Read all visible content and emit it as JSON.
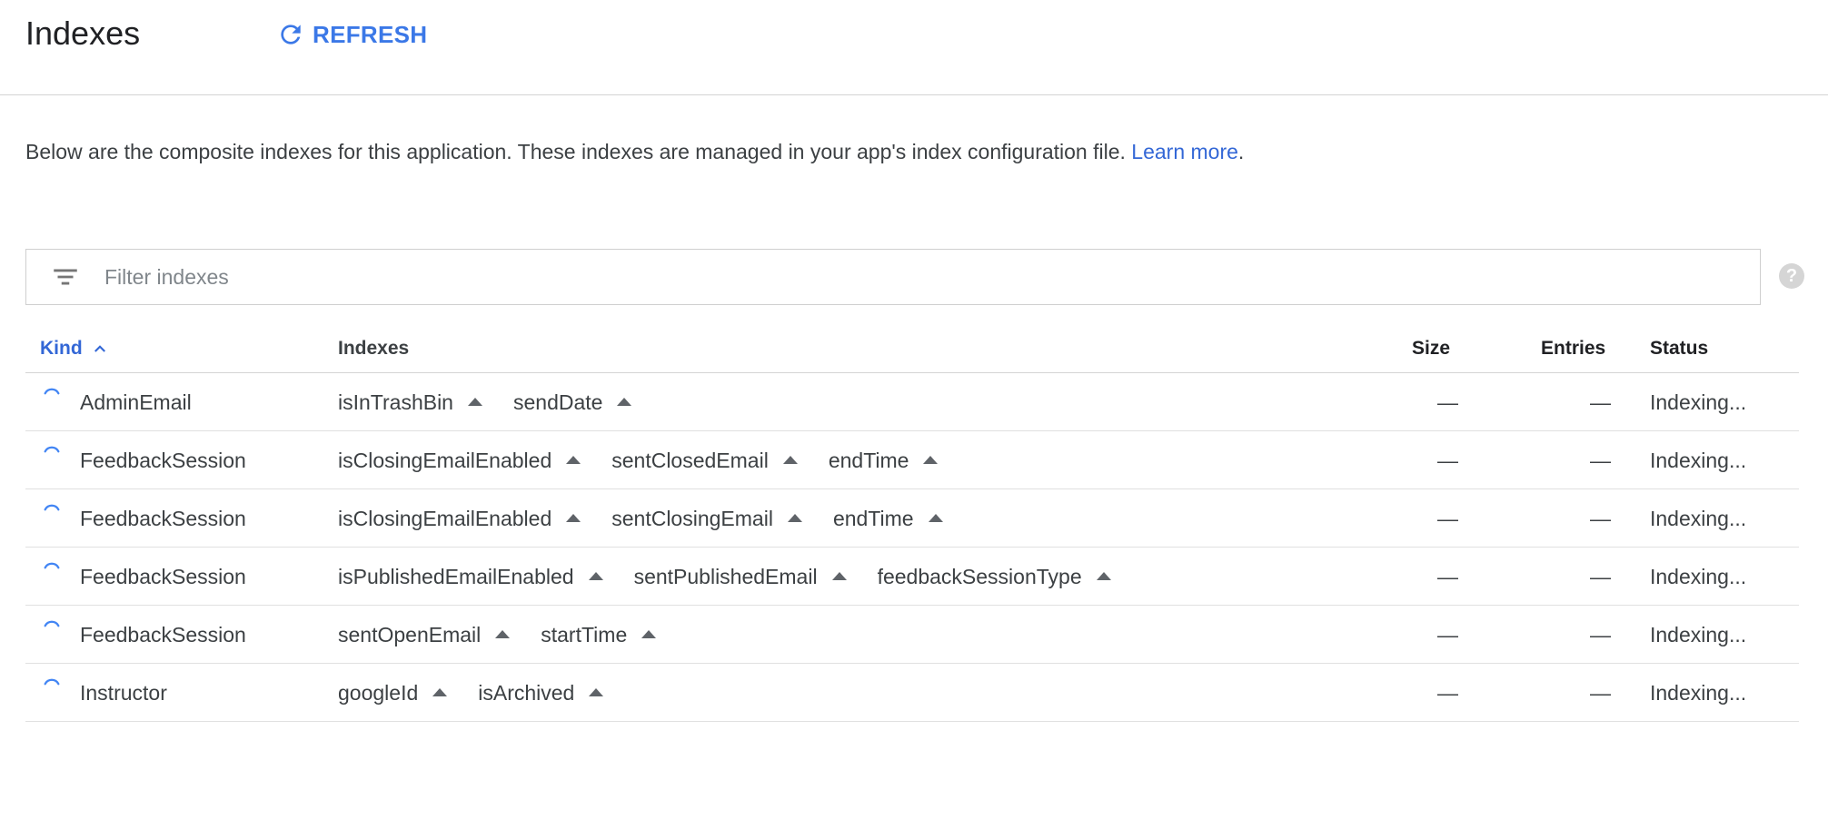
{
  "header": {
    "title": "Indexes",
    "refresh_label": "REFRESH"
  },
  "description": {
    "text": "Below are the composite indexes for this application. These indexes are managed in your app's index configuration file.",
    "link": "Learn more",
    "suffix": "."
  },
  "filter": {
    "placeholder": "Filter indexes",
    "help": "?"
  },
  "table": {
    "columns": {
      "kind": "Kind",
      "indexes": "Indexes",
      "size": "Size",
      "entries": "Entries",
      "status": "Status"
    },
    "rows": [
      {
        "kind": "AdminEmail",
        "props": [
          "isInTrashBin",
          "sendDate"
        ],
        "size": "—",
        "entries": "—",
        "status": "Indexing..."
      },
      {
        "kind": "FeedbackSession",
        "props": [
          "isClosingEmailEnabled",
          "sentClosedEmail",
          "endTime"
        ],
        "size": "—",
        "entries": "—",
        "status": "Indexing..."
      },
      {
        "kind": "FeedbackSession",
        "props": [
          "isClosingEmailEnabled",
          "sentClosingEmail",
          "endTime"
        ],
        "size": "—",
        "entries": "—",
        "status": "Indexing..."
      },
      {
        "kind": "FeedbackSession",
        "props": [
          "isPublishedEmailEnabled",
          "sentPublishedEmail",
          "feedbackSessionType"
        ],
        "size": "—",
        "entries": "—",
        "status": "Indexing..."
      },
      {
        "kind": "FeedbackSession",
        "props": [
          "sentOpenEmail",
          "startTime"
        ],
        "size": "—",
        "entries": "—",
        "status": "Indexing..."
      },
      {
        "kind": "Instructor",
        "props": [
          "googleId",
          "isArchived"
        ],
        "size": "—",
        "entries": "—",
        "status": "Indexing..."
      }
    ]
  },
  "colors": {
    "accent": "#3367d6",
    "refresh": "#3b78e7",
    "text": "#3c4043"
  },
  "icons": {
    "refresh": "refresh-icon",
    "filter": "filter-icon",
    "sort": "sort-ascending-icon",
    "loading": "spinner-icon",
    "help": "help-icon"
  }
}
